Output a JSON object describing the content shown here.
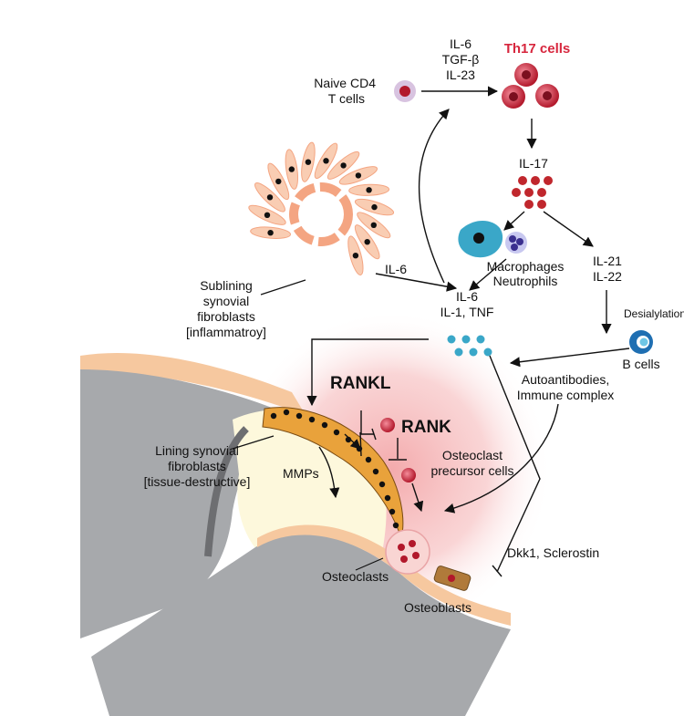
{
  "labels": {
    "naive_cd4": [
      "Naive CD4",
      "T cells"
    ],
    "differentiation_cytokines": [
      "IL-6",
      "TGF-β",
      "IL-23"
    ],
    "th17": "Th17 cells",
    "il17": "IL-17",
    "macrophages_neutrophils": [
      "Macrophages",
      "Neutrophils"
    ],
    "il21_il22": [
      "IL-21",
      "IL-22"
    ],
    "desialylation": "Desialylation",
    "b_cells": "B cells",
    "autoantibodies": [
      "Autoantibodies,",
      "Immune complex"
    ],
    "il6_fibro": "IL-6",
    "cytokine_hub": [
      "IL-6",
      "IL-1, TNF"
    ],
    "sublining": [
      "Sublining",
      "synovial",
      "fibroblasts",
      "[inflammatroy]"
    ],
    "rankl": "RANKL",
    "rank": "RANK",
    "osteoclast_precursor": [
      "Osteoclast",
      "precursor cells"
    ],
    "lining": [
      "Lining synovial",
      "fibroblasts",
      "[tissue-destructive]"
    ],
    "mmps": "MMPs",
    "osteoclasts": "Osteoclasts",
    "osteoblasts": "Osteoblasts",
    "dkk1": "Dkk1, Sclerostin"
  },
  "colors": {
    "th17_red": "#d7263d",
    "cell_red": "#b2182b",
    "dot_red": "#c0272d",
    "cyan": "#3aa7c8",
    "bone_gray": "#a7a9ac",
    "cartilage": "#fdf8dc",
    "lining_orange": "#e9a23b",
    "fibro_salmon": "#f4a582",
    "inflamed_pink": "#f7b6b8"
  }
}
